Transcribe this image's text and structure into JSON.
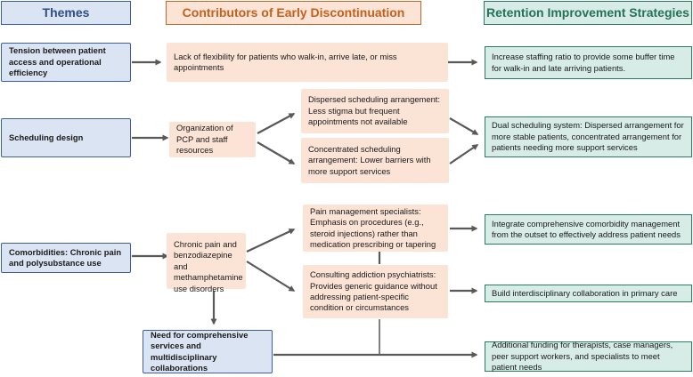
{
  "headers": {
    "themes": "Themes",
    "contributors": "Contributors of Early Discontinuation",
    "strategies": "Retention Improvement Strategies"
  },
  "themes": {
    "tension": "Tension between patient access and operational efficiency",
    "scheduling": "Scheduling design",
    "comorbidities": "Comorbidities: Chronic pain and polysubstance use",
    "comprehensive": "Need for comprehensive services and multidisciplinary collaborations"
  },
  "contributors": {
    "flexibility": "Lack of flexibility for patients who walk-in, arrive late, or miss appointments",
    "organization": "Organization of PCP and staff resources",
    "dispersed": "Dispersed scheduling arrangement: Less stigma but frequent appointments not available",
    "concentrated": "Concentrated scheduling arrangement: Lower barriers with more support services",
    "chronic_pain": "Chronic pain and benzodiazepine and methamphetamine use disorders",
    "pain_specialists": "Pain management specialists: Emphasis on procedures (e.g., steroid injections) rather than medication prescribing or tapering",
    "addiction_psych": "Consulting addiction psychiatrists: Provides generic guidance without addressing patient-specific condition or circumstances"
  },
  "strategies": {
    "staffing": "Increase staffing ratio to provide some buffer time for walk-in and late arriving patients.",
    "dual": "Dual scheduling system: Dispersed arrangement for more stable patients, concentrated arrangement for patients needing more support services",
    "integrate": "Integrate comprehensive comorbidity management from the outset to effectively address patient needs",
    "interdisciplinary": "Build interdisciplinary collaboration in primary care",
    "funding": "Additional funding for therapists, case managers, peer support workers, and specialists to meet patient needs"
  },
  "colors": {
    "themes_fill": "#dbe4f3",
    "themes_border": "#3f5f9a",
    "contrib_fill": "#fbe3d6",
    "contrib_border": "#c06a2c",
    "strat_fill": "#d7ece6",
    "strat_border": "#2c7a5f",
    "arrow": "#595959"
  }
}
